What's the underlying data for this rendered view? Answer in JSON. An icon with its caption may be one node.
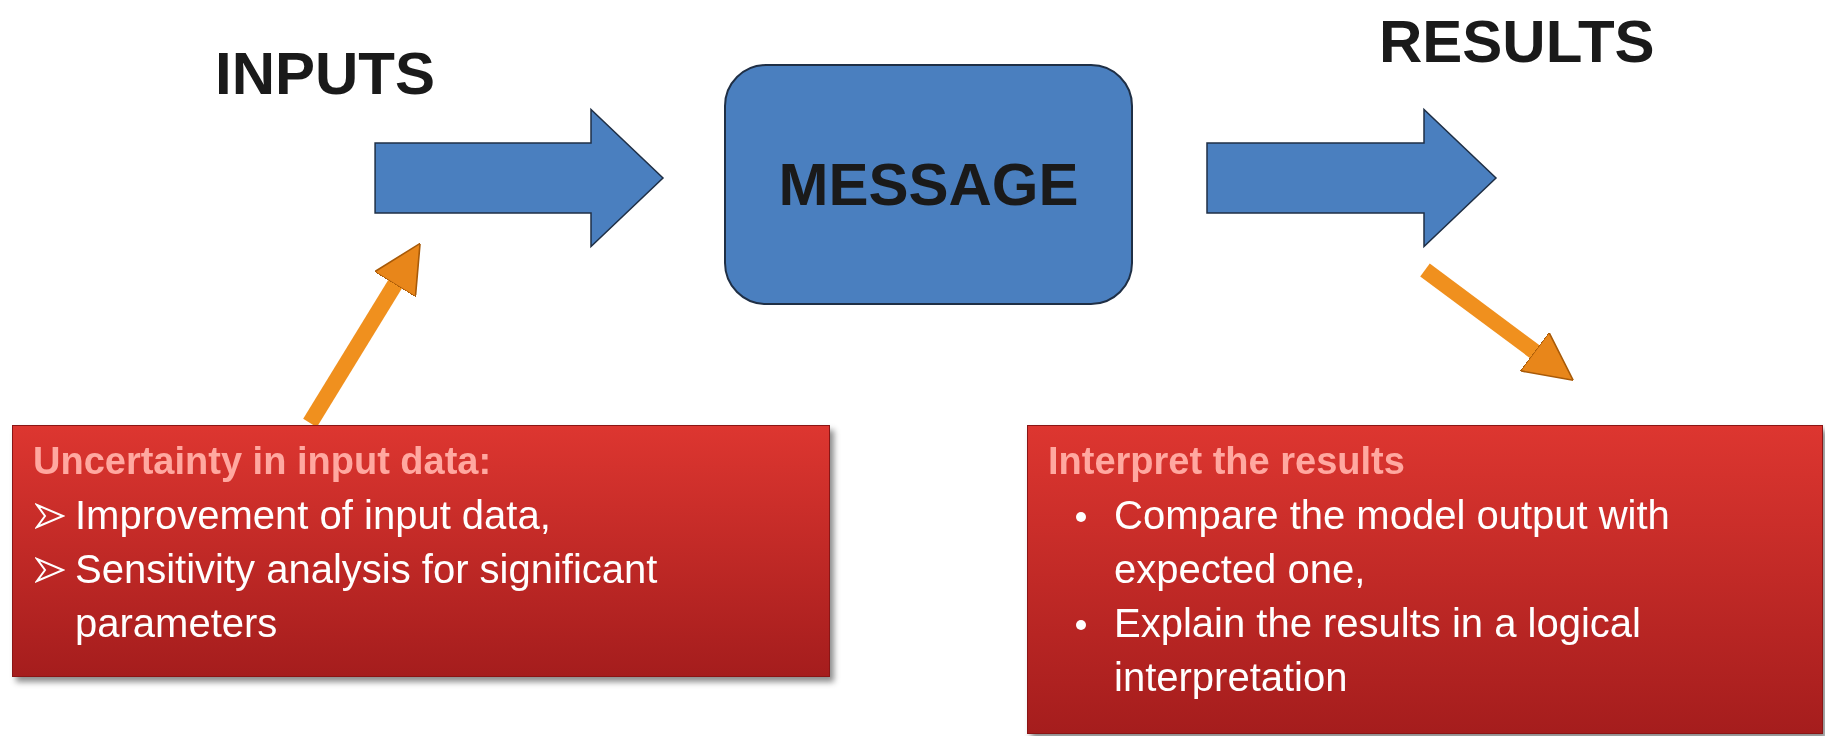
{
  "diagram": {
    "nodes": [
      {
        "text": [
          "INPUTS"
        ]
      },
      {
        "text": [
          "MESSAGE"
        ]
      },
      {
        "text": [
          "RESULTS"
        ]
      },
      {
        "text": [
          "Uncertainty in input data:",
          "Improvement of input data,",
          "Sensitivity analysis for  significant parameters"
        ]
      },
      {
        "text": [
          "Interpret the results",
          "Compare the model output with expected one,",
          "Explain the results in a logical interpretation"
        ]
      }
    ],
    "edges": [
      {
        "from": 0,
        "to": 1,
        "arrow": "to"
      },
      {
        "from": 1,
        "to": 2,
        "arrow": "to"
      },
      {
        "from": 3,
        "to": null,
        "arrow": "to",
        "color": "#f0901e"
      },
      {
        "from": null,
        "to": 4,
        "arrow": "to",
        "color": "#f0901e"
      }
    ]
  }
}
